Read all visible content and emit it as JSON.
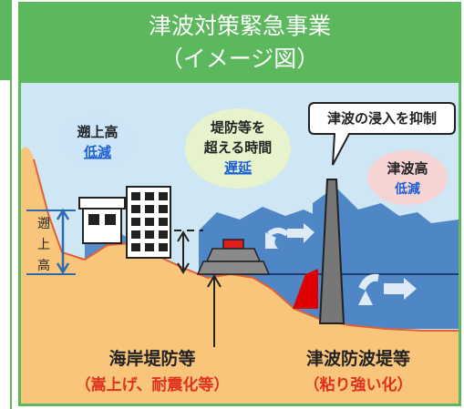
{
  "header": {
    "title": "津波対策緊急事業",
    "subtitle": "（イメージ図）"
  },
  "labels": {
    "runup_title": "遡上高",
    "runup_effect": "低減",
    "delay_line1": "堤防等を",
    "delay_line2": "超える時間",
    "delay_effect": "遅延",
    "callout": "津波の浸入を抑制",
    "wave_title": "津波高",
    "wave_effect": "低減",
    "runup_v1": "遡",
    "runup_v2": "上",
    "runup_v3": "高",
    "seawall": "海岸堤防等",
    "seawall_note": "（嵩上げ、耐震化等）",
    "breakwater": "津波防波堤等",
    "breakwater_note": "（粘り強い化）"
  },
  "colors": {
    "green": "#5cb85c",
    "sky": "#cfe6f5",
    "sea": "#4f87c6",
    "land": "#f8c57a",
    "red_text": "#e0301e",
    "blue_text": "#1c5fd6"
  }
}
